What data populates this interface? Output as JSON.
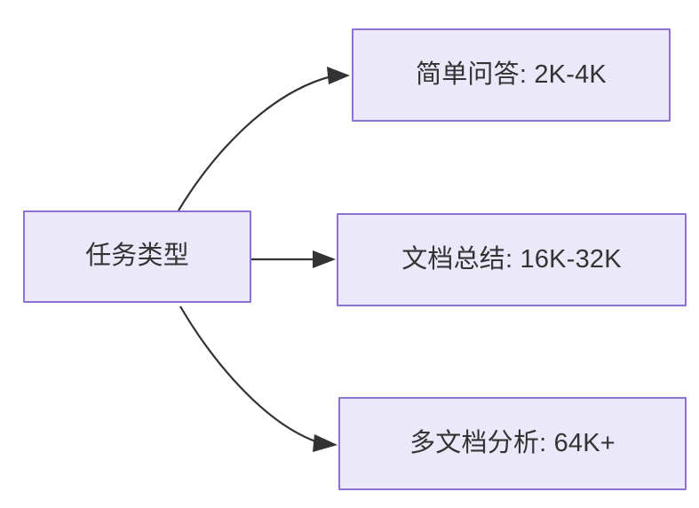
{
  "diagram": {
    "title": "",
    "type": "flowchart",
    "direction": "left-to-right",
    "colors": {
      "node_fill": "#ebe8fa",
      "node_border": "#8c72d4",
      "edge": "#333333",
      "text": "#333333",
      "background": "#ffffff"
    },
    "nodes": [
      {
        "id": "root",
        "label": "任务类型"
      },
      {
        "id": "simple-qa",
        "label": "简单问答: 2K-4K"
      },
      {
        "id": "doc-summary",
        "label": "文档总结: 16K-32K"
      },
      {
        "id": "multi-doc",
        "label": "多文档分析: 64K+"
      }
    ],
    "edges": [
      {
        "from": "root",
        "to": "simple-qa",
        "label": "",
        "style": "curved-arrow"
      },
      {
        "from": "root",
        "to": "doc-summary",
        "label": "",
        "style": "straight-arrow"
      },
      {
        "from": "root",
        "to": "multi-doc",
        "label": "",
        "style": "curved-arrow"
      }
    ]
  }
}
